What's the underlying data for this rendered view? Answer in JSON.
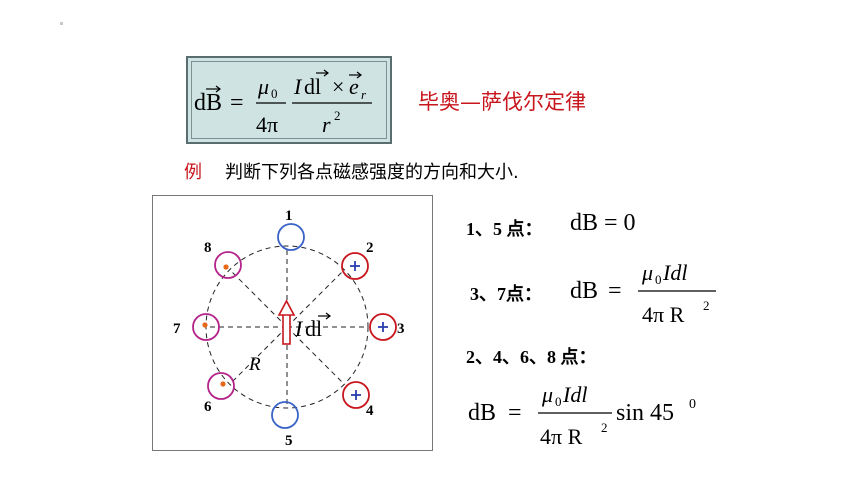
{
  "formula": {
    "lhs": "dB",
    "eq": "=",
    "mu": "μ",
    "mu_sub": "0",
    "num_I": "I",
    "num_dl": "dl",
    "cross": "×",
    "e": "e",
    "e_sub": "r",
    "four_pi": "4π",
    "r": "r",
    "r_exp": "2"
  },
  "law_title": "毕奥—萨伐尔定律",
  "example": {
    "label": "例",
    "text": "判断下列各点磁感强度的方向和大小."
  },
  "diagram": {
    "points": [
      "1",
      "2",
      "3",
      "4",
      "5",
      "6",
      "7",
      "8"
    ],
    "radius_label": "R",
    "current_label_I": "I",
    "current_label_dl": "dl"
  },
  "results": {
    "r1": {
      "label": "1、5 点：",
      "expr": "dB = 0"
    },
    "r2": {
      "label": "3、7点：",
      "lhs": "dB",
      "eq": "=",
      "num": "μ",
      "num_sub": "0",
      "num_rest": "Idl",
      "den": "4π R",
      "den_exp": "2"
    },
    "r3": {
      "label": "2、4、6、8 点："
    },
    "r4": {
      "lhs": "dB",
      "eq": "=",
      "num": "μ",
      "num_sub": "0",
      "num_rest": "Idl",
      "den": "4π R",
      "den_exp": "2",
      "trig": "sin 45",
      "trig_exp": "0"
    }
  },
  "colors": {
    "red": "#c8161d",
    "blue": "#3a63c8",
    "magenta": "#b4238a",
    "orange": "#e8681a",
    "box_fill": "#cfe3e3"
  }
}
